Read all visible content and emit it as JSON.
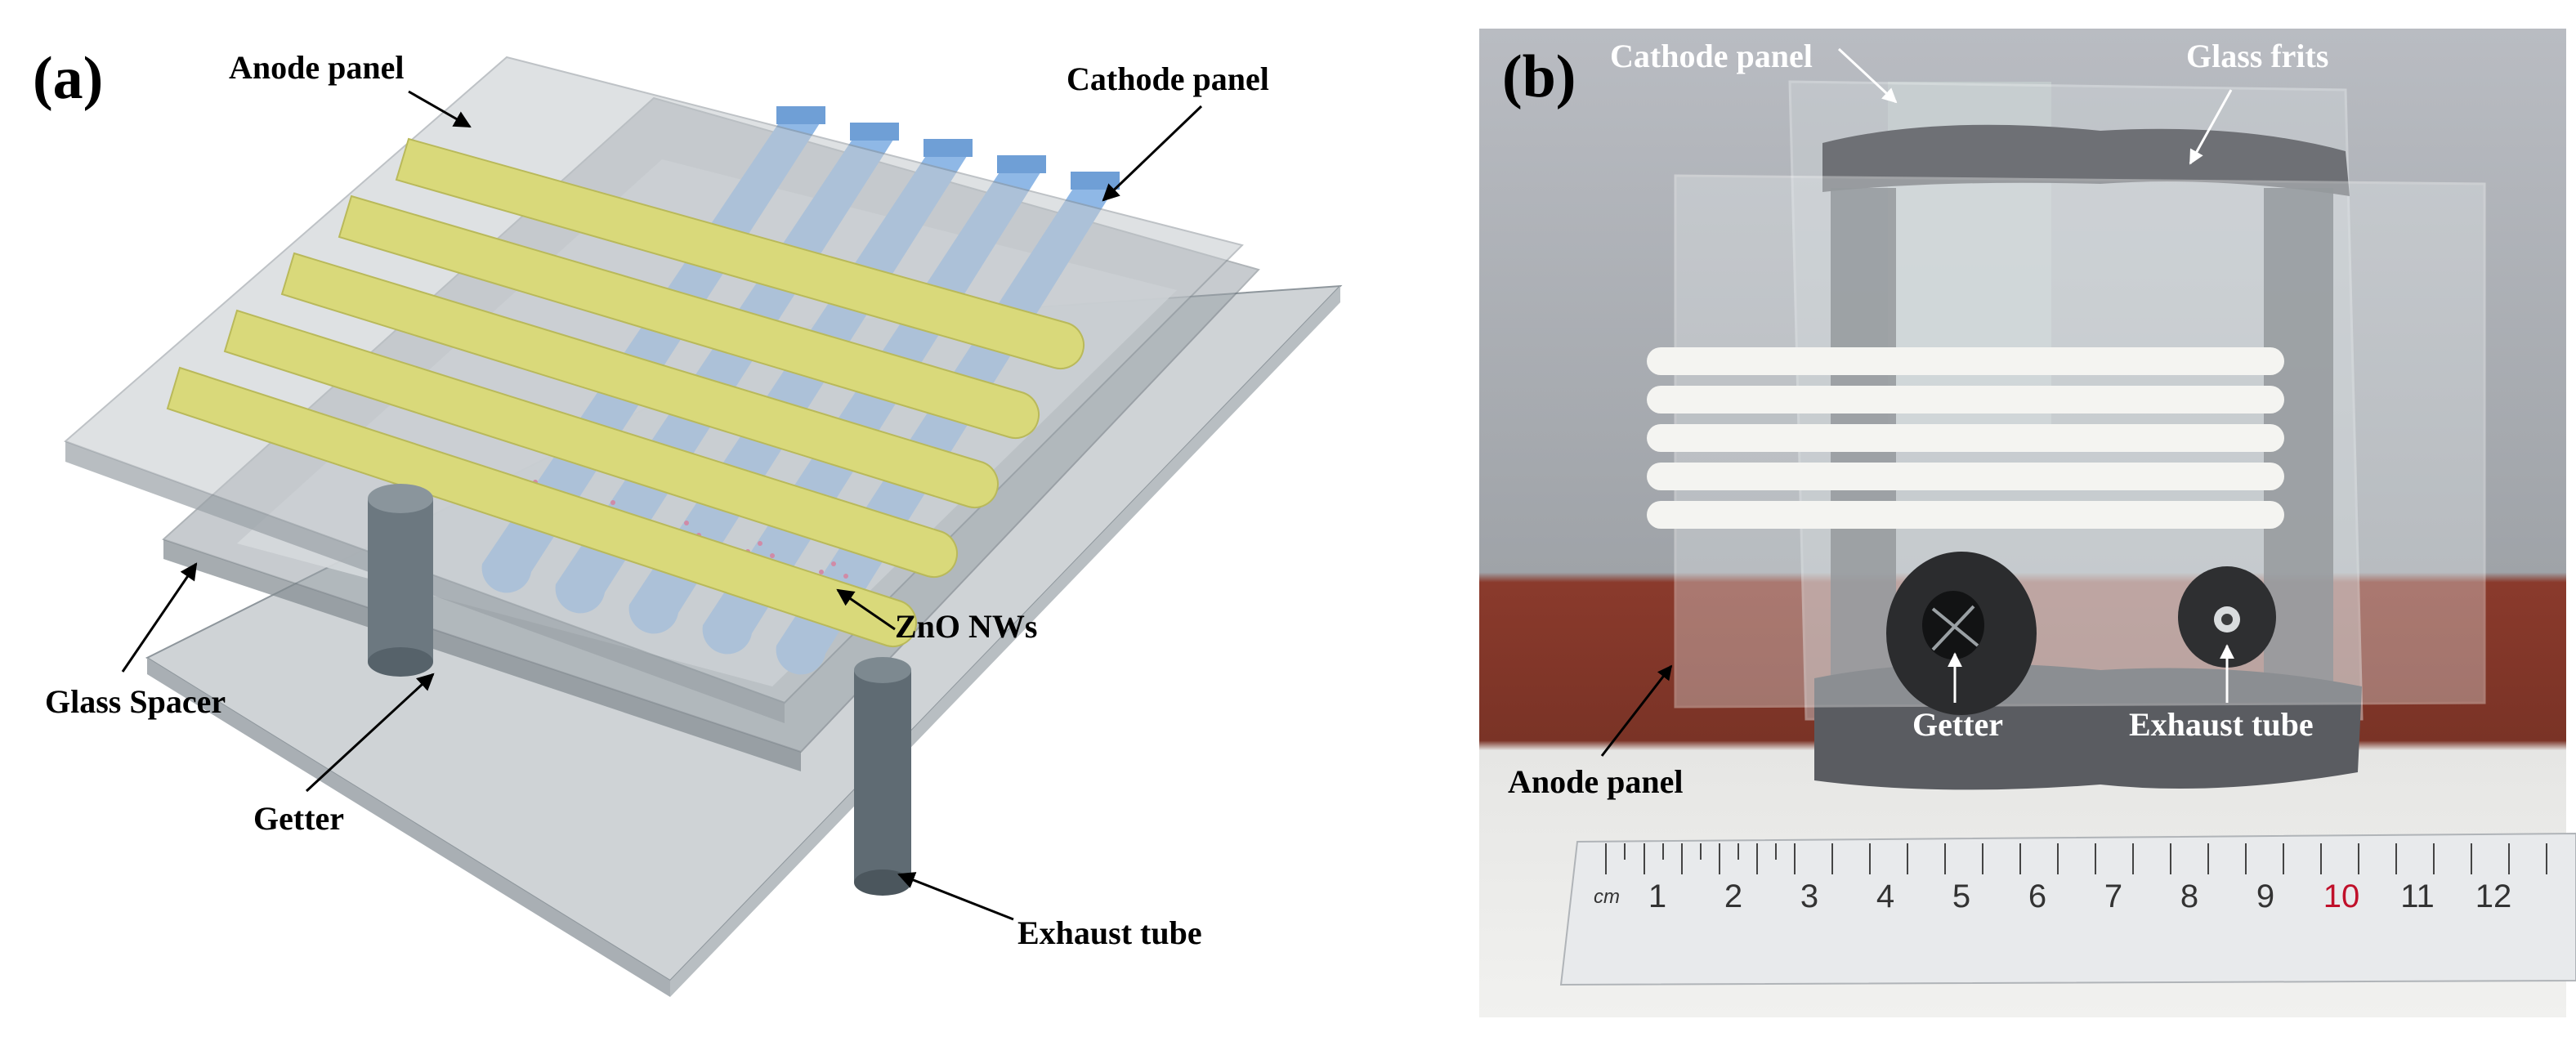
{
  "panel_a": {
    "letter": "(a)",
    "labels": {
      "anode_panel": "Anode panel",
      "cathode_panel": "Cathode panel",
      "zno_nws": "ZnO NWs",
      "glass_spacer": "Glass Spacer",
      "getter": "Getter",
      "exhaust_tube": "Exhaust tube"
    }
  },
  "panel_b": {
    "letter": "(b)",
    "labels": {
      "cathode_panel": "Cathode panel",
      "glass_frits": "Glass frits",
      "getter": "Getter",
      "exhaust_tube": "Exhaust tube",
      "anode_panel": "Anode panel"
    },
    "ruler": {
      "unit": "cm",
      "ticks": [
        "1",
        "2",
        "3",
        "4",
        "5",
        "6",
        "7",
        "8",
        "9",
        "10",
        "11",
        "12"
      ],
      "highlight_tick": "10"
    }
  },
  "colors": {
    "anode_stripe": "#d9d97a",
    "cathode_stripe": "#8fb8e6",
    "glass": "#c8ccd0",
    "nanowire_dot": "#e0407a",
    "highlight": "#c0102a"
  }
}
